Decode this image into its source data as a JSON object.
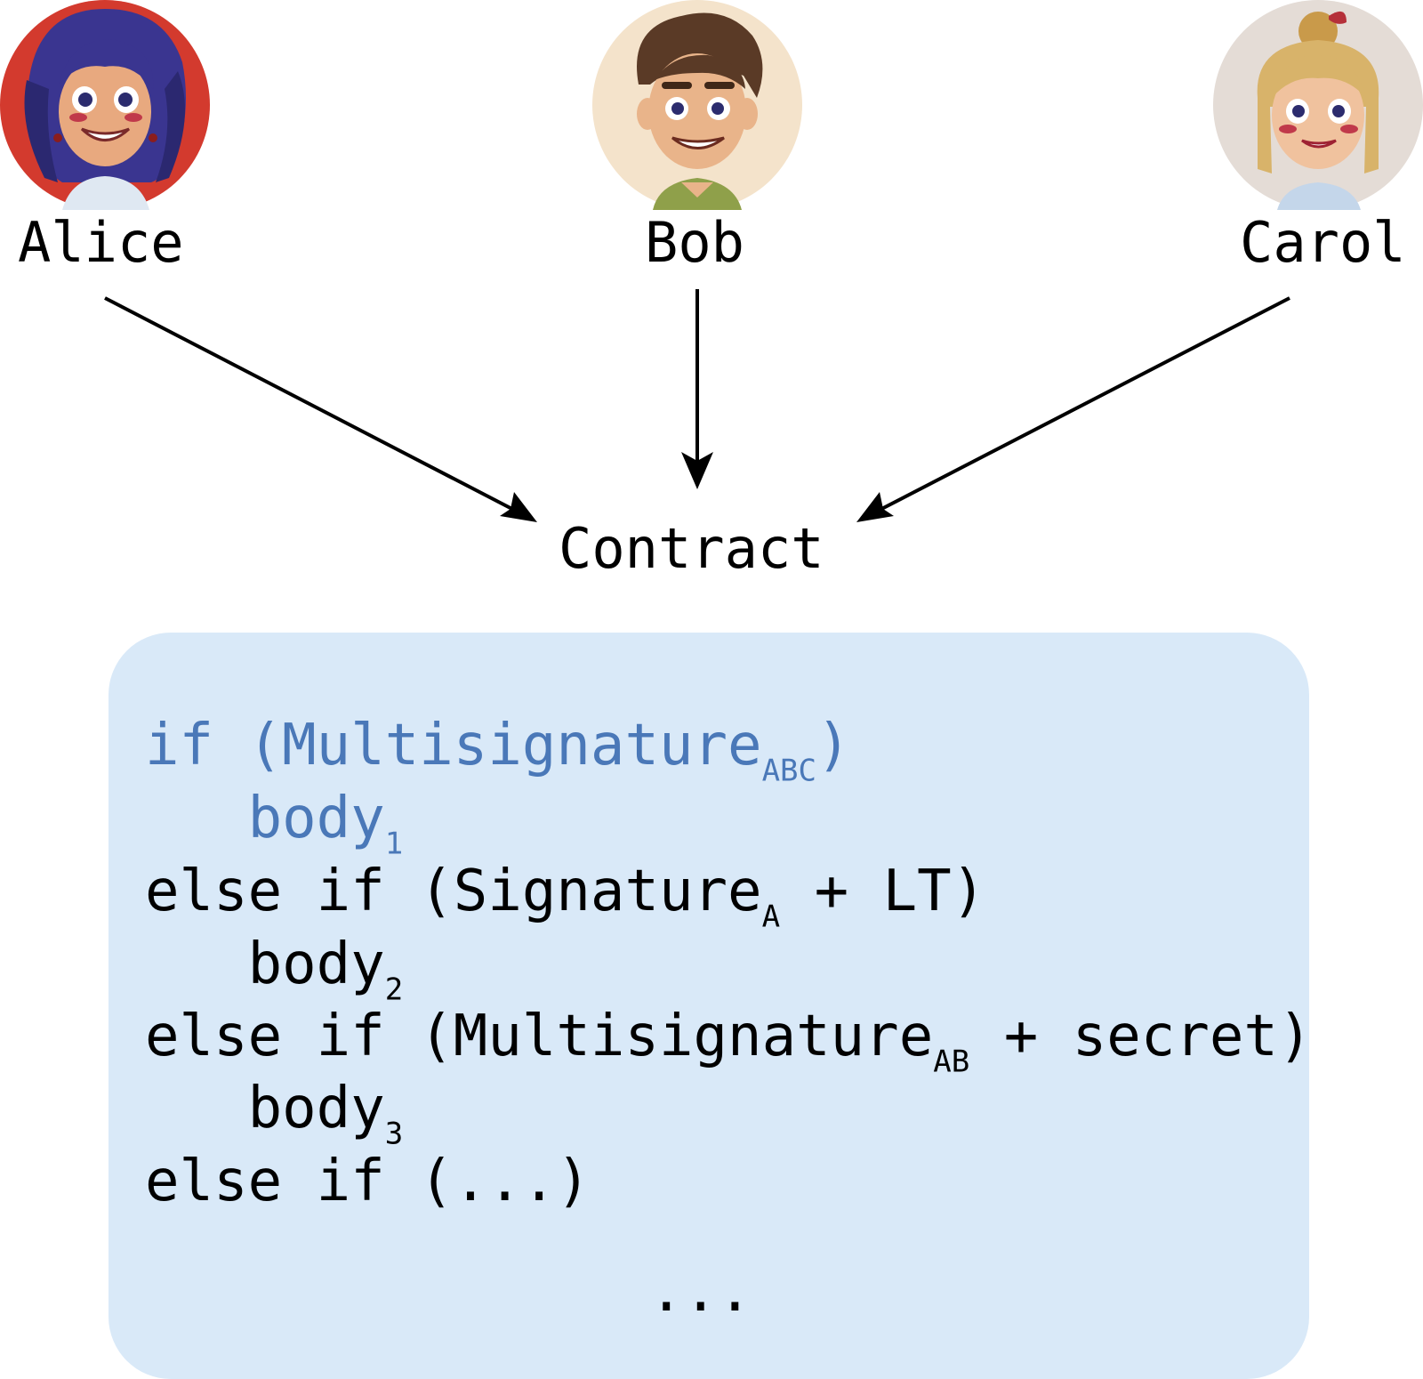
{
  "participants": [
    {
      "name": "Alice",
      "avatar": "alice-avatar-icon"
    },
    {
      "name": "Bob",
      "avatar": "bob-avatar-icon"
    },
    {
      "name": "Carol",
      "avatar": "carol-avatar-icon"
    }
  ],
  "contract_label": "Contract",
  "code": {
    "line1": {
      "text": "if (Multisignature",
      "sub": "ABC",
      "tail": ")"
    },
    "line2": {
      "text": "   body",
      "sub": "1",
      "tail": ""
    },
    "line3": {
      "text": "else if (Signature",
      "sub": "A",
      "tail": " + LT)"
    },
    "line4": {
      "text": "   body",
      "sub": "2",
      "tail": ""
    },
    "line5": {
      "text": "else if (Multisignature",
      "sub": "AB",
      "tail": " + secret)"
    },
    "line6": {
      "text": "   body",
      "sub": "3",
      "tail": ""
    },
    "line7": {
      "text": "else if (...)",
      "sub": "",
      "tail": ""
    },
    "ellipsis": "..."
  },
  "colors": {
    "code_box_bg": "#d9e9f8",
    "code_highlight": "#4a78b8",
    "alice_bg": "#d33a2e",
    "bob_bg": "#f4e3cb",
    "carol_bg": "#e4dcd6"
  }
}
